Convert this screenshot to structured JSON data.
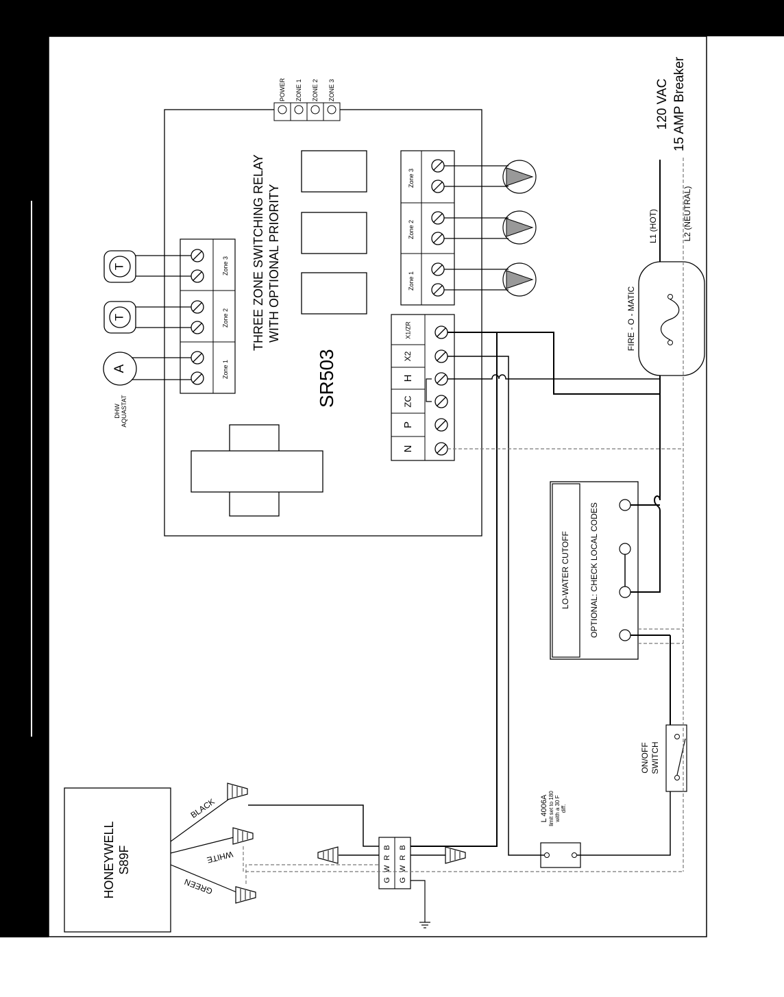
{
  "title": "THREE ZONE SWITCHING RELAY",
  "subtitle": "WITH OPTIONAL PRIORITY",
  "model": "SR503",
  "leds": [
    "POWER",
    "ZONE 1",
    "ZONE 2",
    "ZONE 3"
  ],
  "thermostat_terminals": [
    "Zone 1",
    "Zone 2",
    "Zone 3"
  ],
  "pump_terminals": [
    "Zone 1",
    "Zone 2",
    "Zone 3"
  ],
  "main_terminals": [
    "N",
    "P",
    "ZC",
    "H",
    "X2",
    "X1/ZR"
  ],
  "aquastat_symbol": "A",
  "aquastat_label_line1": "DHW",
  "aquastat_label_line2": "AQUASTAT",
  "thermostat_symbol": "T",
  "lwco_title": "LO-WATER CUTOFF",
  "lwco_note": "OPTIONAL: CHECK LOCAL CODES",
  "fire_o_matic": "FIRE - O - MATIC",
  "l1_label": "L1 (HOT)",
  "l2_label": "L2 (NEUTRAL)",
  "supply_line1": "120 VAC",
  "supply_line2": "15 AMP Breaker",
  "switch_line1": "ON/OFF",
  "switch_line2": "SWITCH",
  "limit_line1": "L 4006A",
  "limit_line2": "limit set to 180",
  "limit_line3": "with a 30 F",
  "limit_line4": "diff.",
  "control_line1": "HONEYWELL",
  "control_line2": "S89F",
  "wire_black": "BLACK",
  "wire_white": "WHITE",
  "wire_green": "GREEN",
  "gwrb": [
    "G",
    "W",
    "R",
    "B"
  ]
}
